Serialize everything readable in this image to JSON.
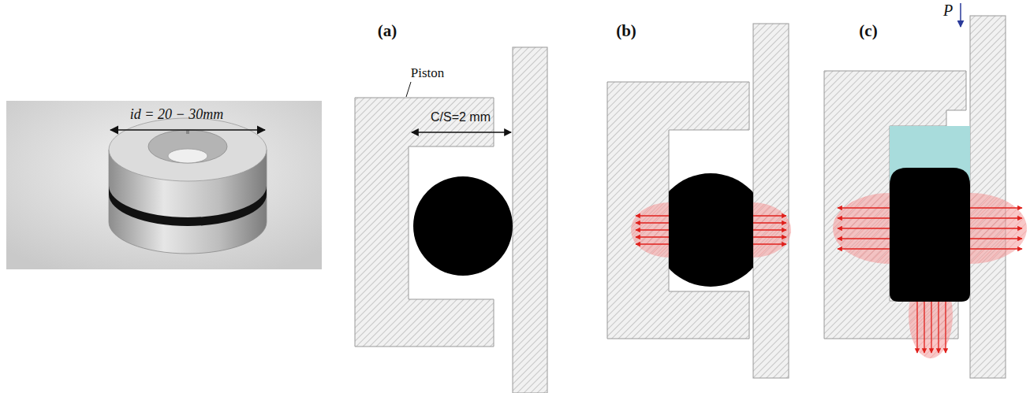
{
  "diagram": {
    "labels": [
      "id = 20 − 30mm",
      "(a)",
      "(b)",
      "(c)",
      "Piston",
      "C/S=2 mm",
      "P"
    ]
  }
}
